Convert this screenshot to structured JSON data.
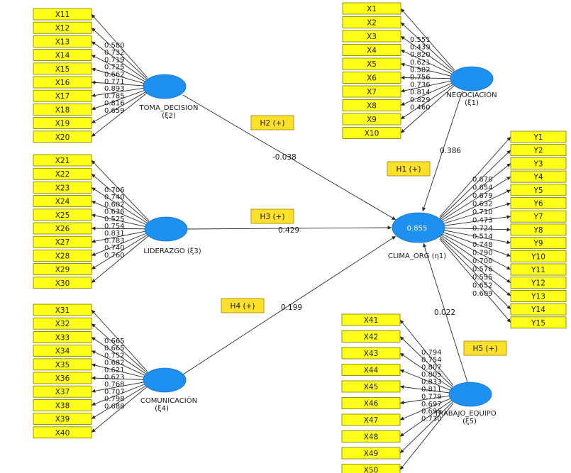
{
  "constructs": {
    "toma": {
      "label": "TOMA_DECISION",
      "sub": "(ξ2)",
      "indicators": [
        "X11",
        "X12",
        "X13",
        "X14",
        "X15",
        "X16",
        "X17",
        "X18",
        "X19",
        "X20"
      ],
      "loadings": [
        "0.580",
        "0.732",
        "0.719",
        "0.725",
        "0.662",
        "0.771",
        "0.893",
        "0.785",
        "0.816",
        "0.659"
      ]
    },
    "lid": {
      "label": "LIDERAZGO (ξ3)",
      "sub": "",
      "indicators": [
        "X21",
        "X22",
        "X23",
        "X24",
        "X25",
        "X26",
        "X27",
        "X28",
        "X29",
        "X30"
      ],
      "loadings": [
        "0.706",
        "0.740",
        "0.602",
        "0.636",
        "0.525",
        "0.754",
        "0.831",
        "0.783",
        "0.740",
        "0.760"
      ]
    },
    "com": {
      "label": "COMUNICACIÓN",
      "sub": "(ξ4)",
      "indicators": [
        "X31",
        "X32",
        "X33",
        "X34",
        "X35",
        "X36",
        "X37",
        "X38",
        "X39",
        "X40"
      ],
      "loadings": [
        "0.665",
        "0.665",
        "0.752",
        "0.682",
        "0.621",
        "0.623",
        "0.768",
        "0.707",
        "0.798",
        "0.688"
      ]
    },
    "neg": {
      "label": "NEGOCIACIÓN",
      "sub": "(ξ1)",
      "indicators": [
        "X1",
        "X2",
        "X3",
        "X4",
        "X5",
        "X6",
        "X7",
        "X8",
        "X9",
        "X10"
      ],
      "loadings": [
        "0.551",
        "0.439",
        "0.820",
        "0.621",
        "0.582",
        "0.756",
        "0.736",
        "0.814",
        "0.829",
        "0.460"
      ]
    },
    "trab": {
      "label": "TRABAJO_EQUIPO",
      "sub": "(ξ5)",
      "indicators": [
        "X41",
        "X42",
        "X43",
        "X44",
        "X45",
        "X46",
        "X47",
        "X48",
        "X49",
        "X50"
      ],
      "loadings": [
        "0.794",
        "0.754",
        "0.807",
        "0.805",
        "0.833",
        "0.811",
        "0.779",
        "0.697",
        "0.696",
        "0.730"
      ]
    },
    "clima": {
      "label": "CLIMA_ORG (η1)",
      "sub": "",
      "r2": "0.855",
      "indicators": [
        "Y1",
        "Y2",
        "Y3",
        "Y4",
        "Y5",
        "Y6",
        "Y7",
        "Y8",
        "Y9",
        "Y10",
        "Y11",
        "Y12",
        "Y13",
        "Y14",
        "Y15"
      ],
      "loadings": [
        "0.670",
        "0.654",
        "0.679",
        "0.632",
        "0.710",
        "0.473",
        "0.724",
        "0.514",
        "0.748",
        "0.790",
        "0.700",
        "0.576",
        "0.555",
        "0.652",
        "0.609"
      ]
    }
  },
  "paths": {
    "neg": "0.386",
    "toma": "-0.038",
    "lid": "0.429",
    "com": "0.199",
    "trab": "0.022"
  },
  "hypotheses": {
    "h1": "H1 (+)",
    "h2": "H2 (+)",
    "h3": "H3 (+)",
    "h4": "H4 (+)",
    "h5": "H5 (+)"
  },
  "colors": {
    "indicator_fill": "#ffff1a",
    "latent_fill": "#1e90f0",
    "hypothesis_fill": "#ffe12a",
    "line": "#2a2a2a"
  }
}
